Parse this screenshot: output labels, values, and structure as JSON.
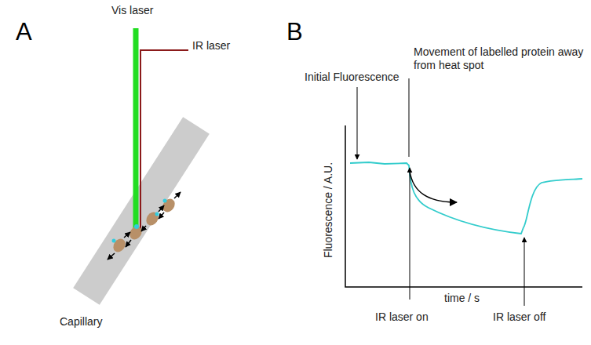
{
  "diagram": {
    "labels": [
      "A",
      "Vis laser",
      "IR laser",
      "Capillary",
      "B",
      "Initial Fluorescence",
      "Movement of labelled protein away from heat spot",
      "Fluorescence / A.U.",
      "time / s",
      "IR laser on",
      "IR laser off"
    ]
  }
}
